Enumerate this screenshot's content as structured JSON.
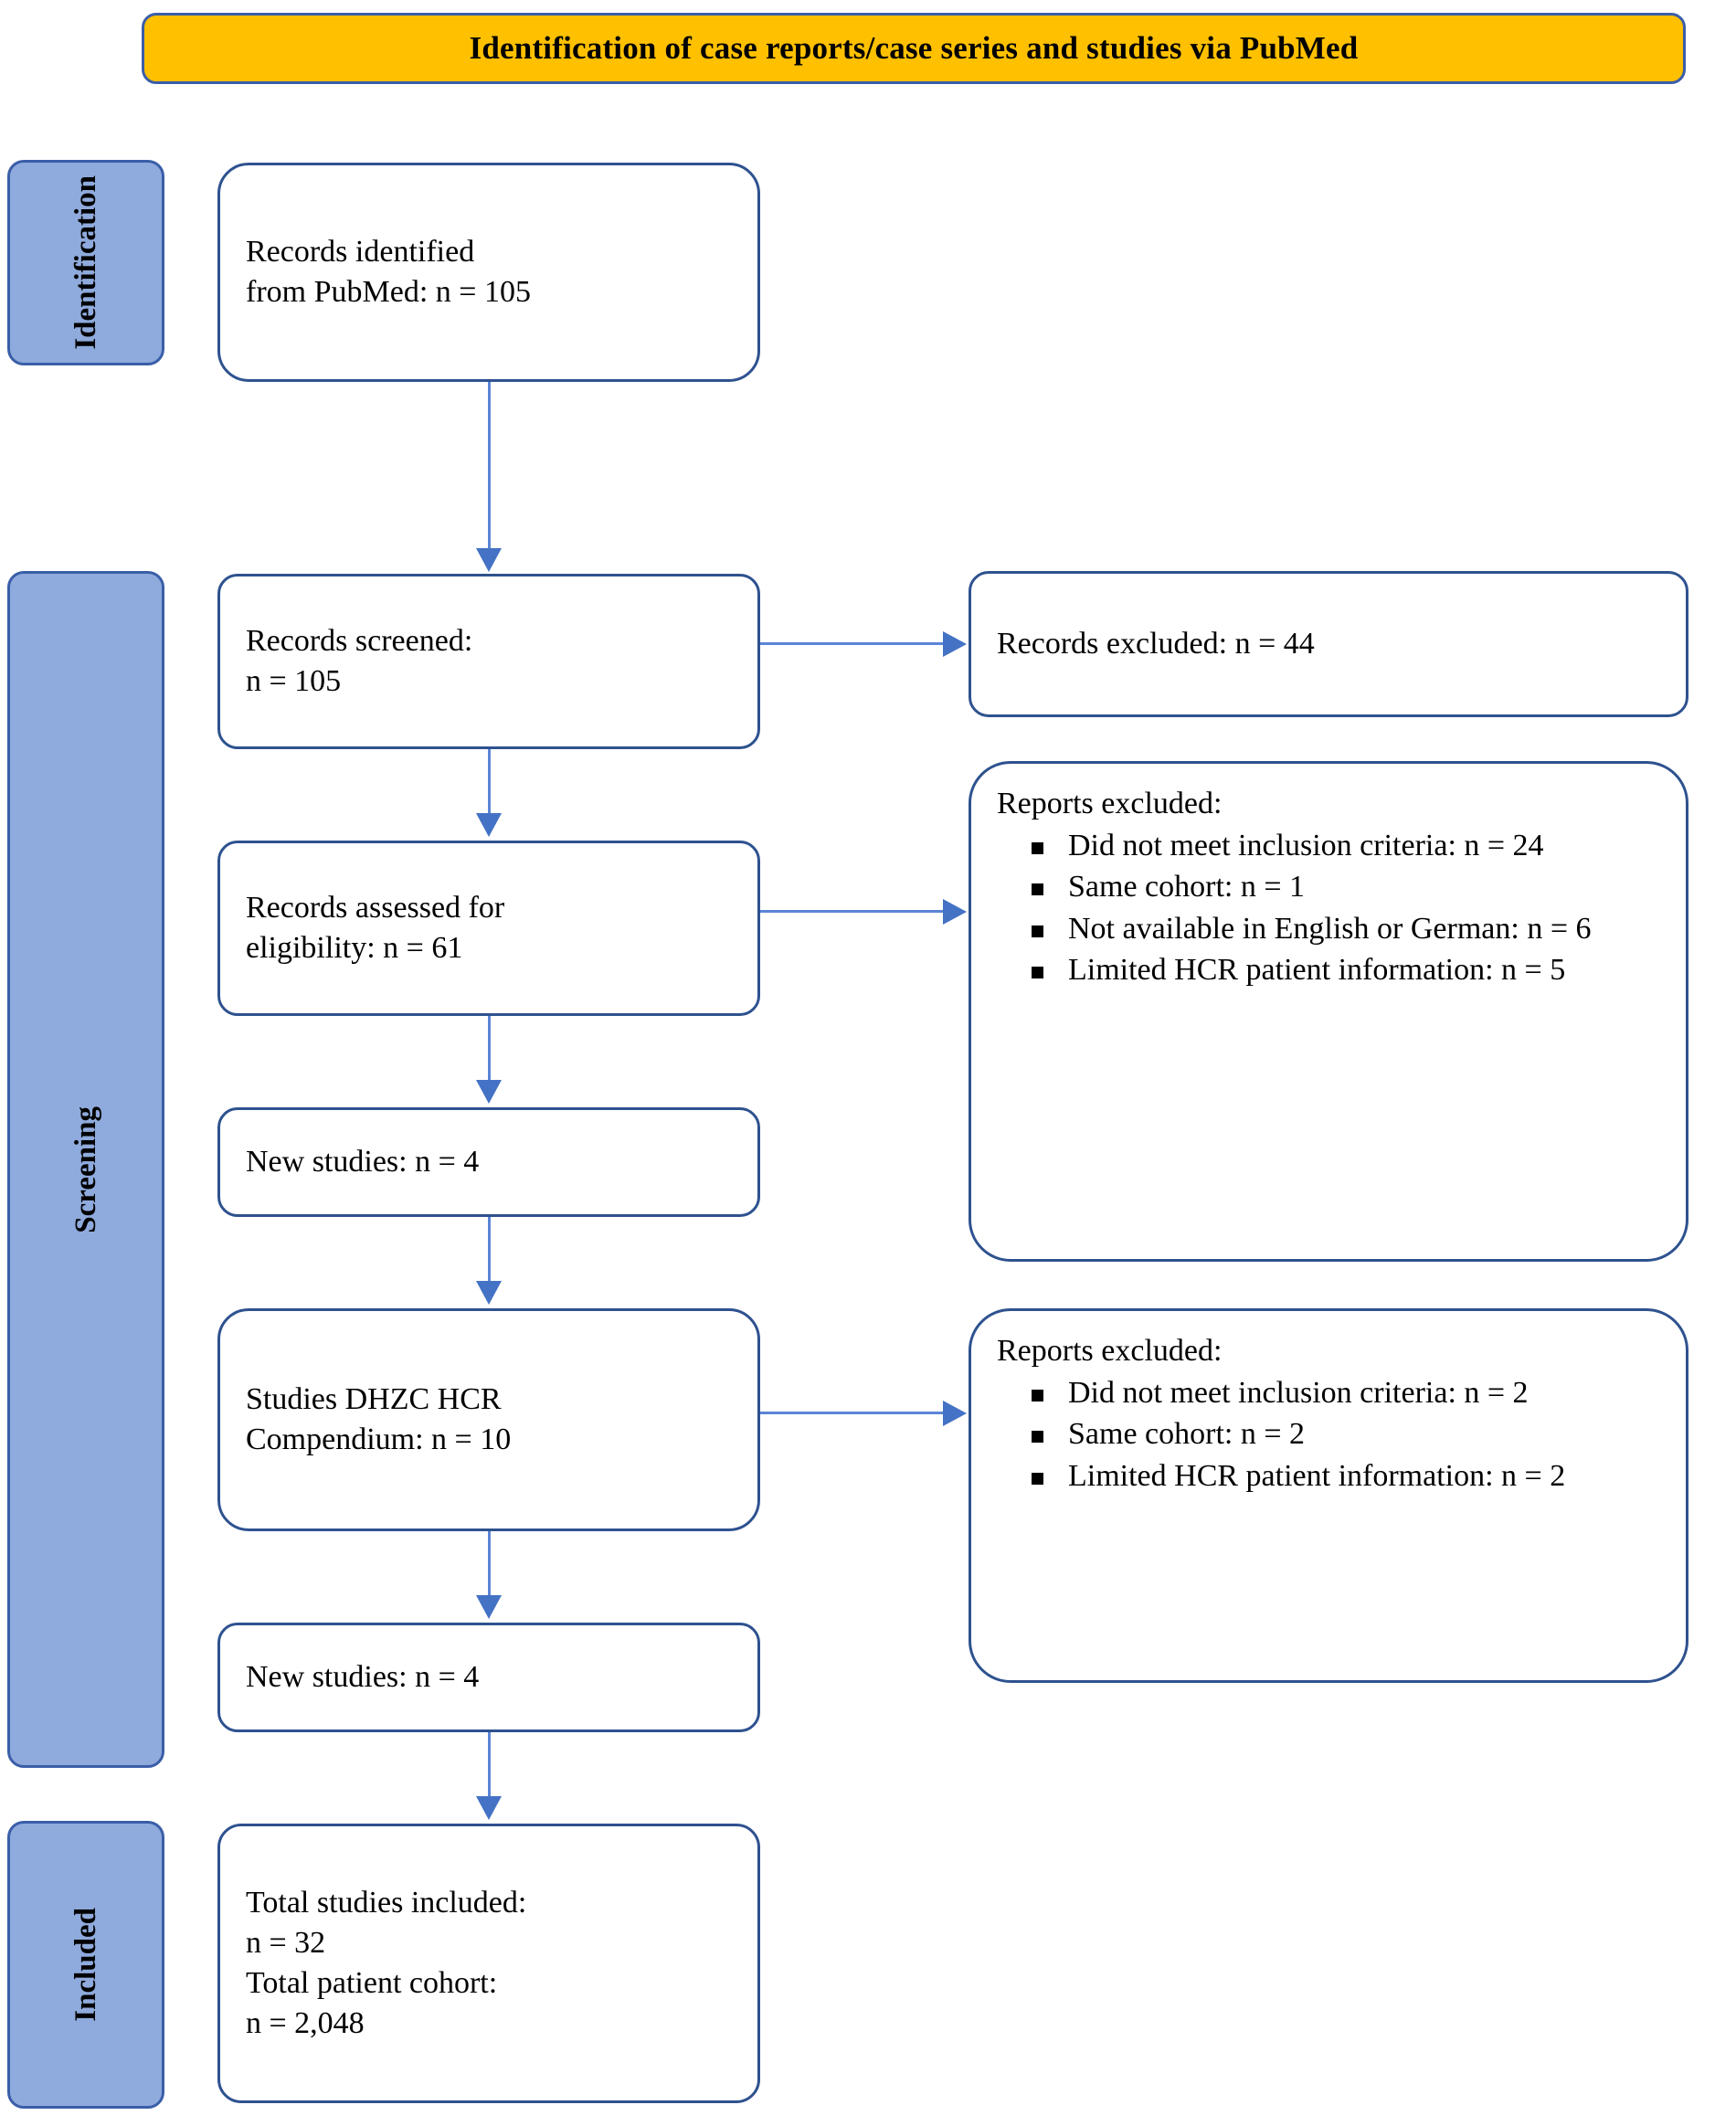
{
  "banner": {
    "title": "Identification of case reports/case series and studies via PubMed"
  },
  "stages": [
    {
      "key": "identification",
      "label": "Identification"
    },
    {
      "key": "screening",
      "label": "Screening"
    },
    {
      "key": "included",
      "label": "Included"
    }
  ],
  "nodes": {
    "identified": {
      "lines": [
        "Records identified",
        "from PubMed: n = 105"
      ]
    },
    "screened": {
      "lines": [
        "Records screened:",
        "n = 105"
      ]
    },
    "records_excluded": {
      "lines": [
        "Records excluded: n = 44"
      ]
    },
    "eligibility": {
      "lines": [
        "Records assessed for",
        "eligibility: n = 61"
      ]
    },
    "reports_excluded_1": {
      "title": "Reports excluded:",
      "bullets": [
        "Did not meet inclusion criteria: n = 24",
        "Same cohort: n = 1",
        "Not available in English or German: n = 6",
        "Limited HCR patient information: n = 5"
      ]
    },
    "new_studies_1": {
      "lines": [
        "New studies: n = 4"
      ]
    },
    "compendium": {
      "lines": [
        "Studies DHZC HCR",
        "Compendium: n = 10"
      ]
    },
    "reports_excluded_2": {
      "title": "Reports excluded:",
      "bullets": [
        "Did not meet inclusion criteria: n = 2",
        "Same cohort: n = 2",
        "Limited HCR patient information: n = 2"
      ]
    },
    "new_studies_2": {
      "lines": [
        "New studies: n = 4"
      ]
    },
    "included": {
      "lines": [
        "Total studies included:",
        "n = 32",
        "Total patient cohort:",
        "n = 2,048"
      ]
    }
  },
  "colors": {
    "banner_fill": "#FFC000",
    "banner_border": "#3A5EA8",
    "stage_fill": "#8FAADC",
    "stage_border": "#3A5EA8",
    "node_border": "#2E528F",
    "node_fill": "#FFFFFF",
    "connector": "#4472C4",
    "connector_line": "#5B85D6",
    "text": "#000000"
  }
}
